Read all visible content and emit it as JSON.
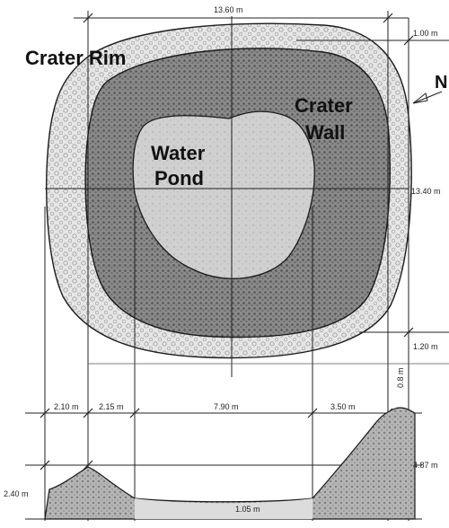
{
  "labels": {
    "crater_rim": "Crater Rim",
    "crater_wall_1": "Crater",
    "crater_wall_2": "Wall",
    "water_pond_1": "Water",
    "water_pond_2": "Pond",
    "north": "N"
  },
  "dimensions": {
    "top_width": "13.60 m",
    "rim_top": "1.00 m",
    "total_height": "13.40 m",
    "rim_bottom": "1.20 m",
    "section_left": "2.10 m",
    "section_wall_left": "2.15 m",
    "section_pond": "7.90 m",
    "section_wall_right": "3.50 m",
    "rim_vertical": "0.8 m",
    "right_depth": "4.87 m",
    "left_height": "2.40 m",
    "pond_depth": "1.05 m"
  },
  "colors": {
    "rim_fill": "#d8d8d8",
    "wall_fill": "#7a7a7a",
    "pond_fill": "#d2d2d2",
    "outline": "#1a1a1a"
  }
}
